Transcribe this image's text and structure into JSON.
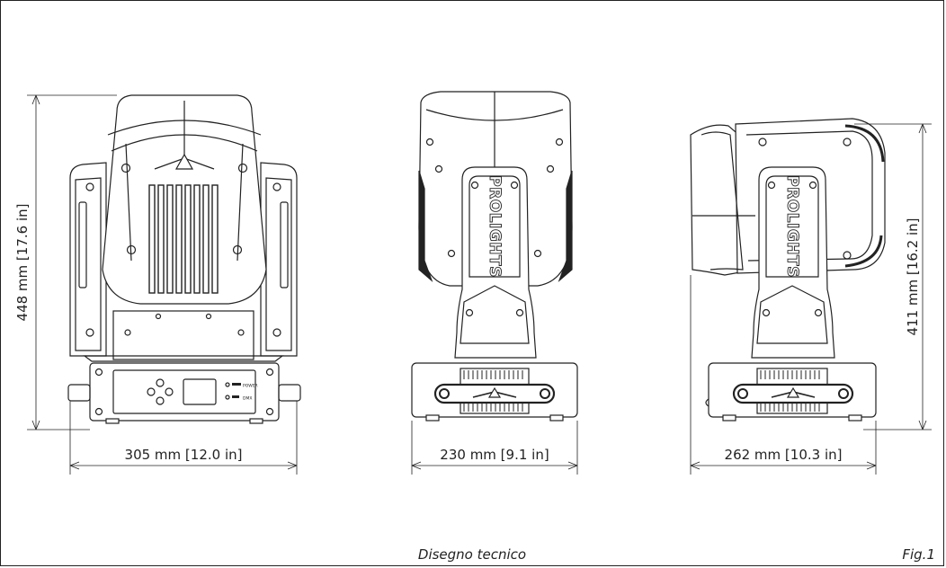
{
  "dimensions": {
    "front_height": "448 mm [17.6 in]",
    "front_width": "305 mm [12.0 in]",
    "side_width": "230 mm [9.1 in]",
    "back_width": "262 mm [10.3 in]",
    "back_height": "411 mm [16.2 in]"
  },
  "brand_text": "PROLIGHTS",
  "panel_labels": {
    "power": "POWER",
    "dmx": "DMX"
  },
  "caption": "Disegno tecnico",
  "figure_label": "Fig.1"
}
